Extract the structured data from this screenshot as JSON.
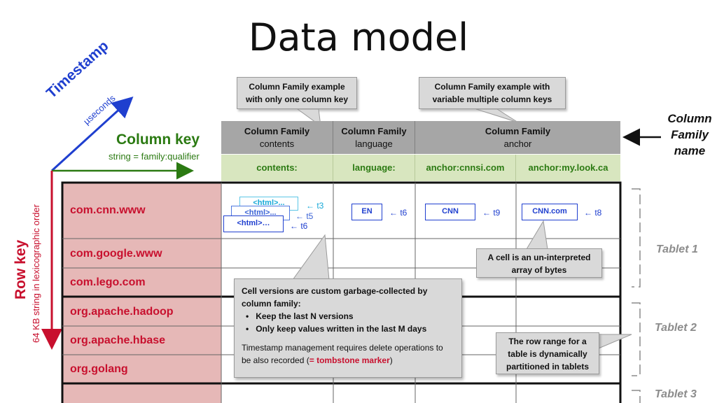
{
  "title": "Data model",
  "axes": {
    "timestamp_label": "Timestamp",
    "timestamp_unit": "µseconds",
    "column_key_label": "Column key",
    "column_key_format": "string = family:qualifier",
    "row_key_label": "Row key",
    "row_key_format": "64 KB string in lexicographic order"
  },
  "callouts": {
    "cf_single": [
      "Column Family example",
      "with only one column key"
    ],
    "cf_multi": [
      "Column Family example with",
      "variable multiple column keys"
    ],
    "cf_name": [
      "Column",
      "Family",
      "name"
    ],
    "cell_bytes": [
      "A cell is an un-interpreted",
      "array of bytes"
    ],
    "row_range": [
      "The row range for a",
      "table is dynamically",
      "partitioned in tablets"
    ]
  },
  "column_families": [
    {
      "label": "Column Family",
      "name": "contents"
    },
    {
      "label": "Column Family",
      "name": "language"
    },
    {
      "label": "Column Family",
      "name": "anchor"
    }
  ],
  "column_keys": [
    "contents:",
    "language:",
    "anchor:cnnsi.com",
    "anchor:my.look.ca"
  ],
  "row_keys": [
    "com.cnn.www",
    "com.google.www",
    "com.lego.com",
    "org.apache.hadoop",
    "org.apache.hbase",
    "org.golang"
  ],
  "cells": {
    "contents_versions": [
      {
        "value": "<html>...",
        "ts": "t3"
      },
      {
        "value": "<html>...",
        "ts": "t5"
      },
      {
        "value": "<html>…",
        "ts": "t6"
      }
    ],
    "language": {
      "value": "EN",
      "ts": "t6"
    },
    "anchor_cnnsi": {
      "value": "CNN",
      "ts": "t9"
    },
    "anchor_mylook": {
      "value": "CNN.com",
      "ts": "t8"
    }
  },
  "gc_note": {
    "heading": "Cell versions are custom garbage-collected by column family:",
    "bullets": [
      "Keep the last N versions",
      "Only keep values written in the last M days"
    ],
    "tombstone_text": "Timestamp management requires delete operations to be also recorded (",
    "tombstone_marker": "= tombstone marker",
    "tombstone_close": ")"
  },
  "tablets": [
    "Tablet 1",
    "Tablet 2",
    "Tablet 3"
  ],
  "colors": {
    "row_key_bg": "#e6b8b7",
    "column_key_bg": "#d8e6bf",
    "header_bg": "#a6a6a6",
    "blue": "#1f3fcf",
    "red": "#c8102e",
    "green": "#2b7a12"
  }
}
